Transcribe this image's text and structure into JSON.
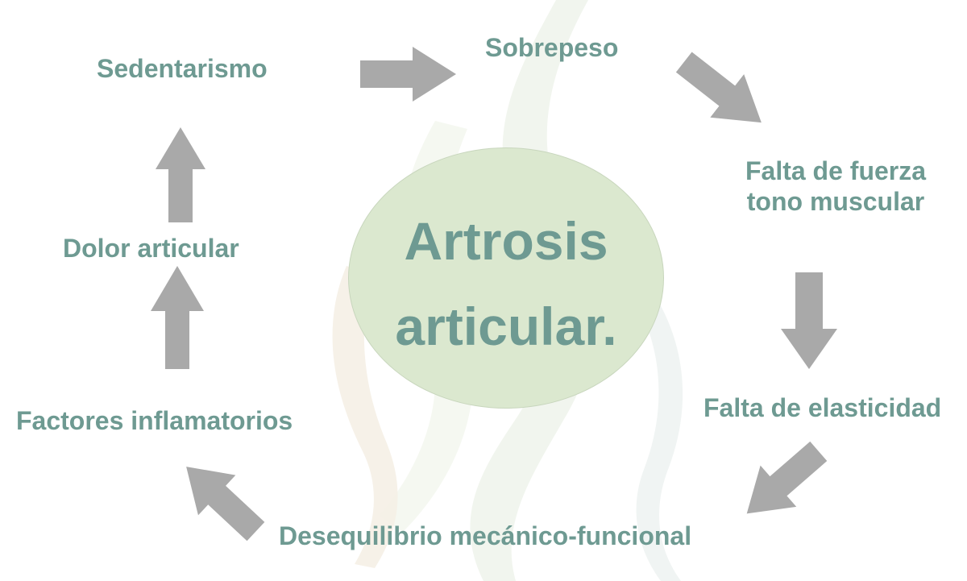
{
  "diagram": {
    "center": {
      "line1": "Artrosis",
      "line2": "articular."
    },
    "nodes": {
      "sedentarismo": "Sedentarismo",
      "sobrepeso": "Sobrepeso",
      "falta_fuerza_line1": "Falta de fuerza",
      "falta_fuerza_line2": "tono muscular",
      "elasticidad": "Falta de elasticidad",
      "desequilibrio": "Desequilibrio mecánico-funcional",
      "factores": "Factores inflamatorios",
      "dolor": "Dolor articular"
    },
    "colors": {
      "text": "#6e9a92",
      "arrow": "#a9a9a9",
      "circle_fill": "#dbe8cf"
    }
  }
}
